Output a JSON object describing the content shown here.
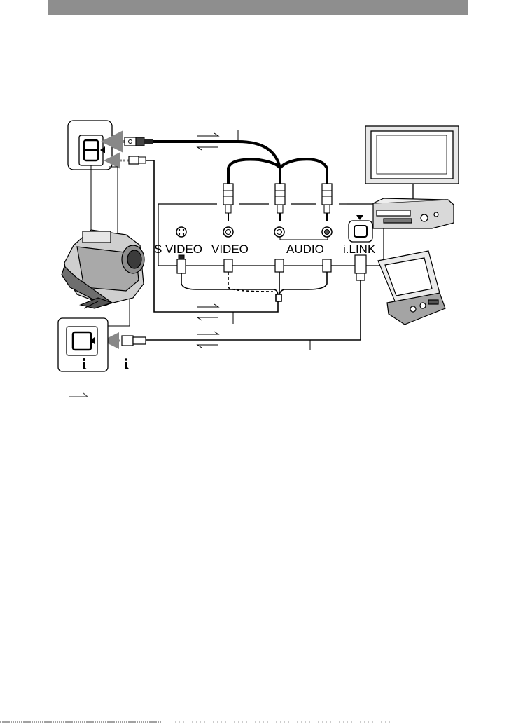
{
  "connection_diagram": {
    "ports": {
      "s_video": "S VIDEO",
      "video": "VIDEO",
      "audio": "AUDIO",
      "ilink": "i.LINK"
    }
  },
  "colors": {
    "header_bar": "#8e8e8e",
    "line": "#000000",
    "signal_arrow": "#999999"
  },
  "icons": [
    "av-connector-jack-icon",
    "dv-ilink-jack-icon",
    "ilink-symbol-icon",
    "signal-flow-arrow-icon",
    "camcorder-icon",
    "tv-icon",
    "vcr-icon",
    "portable-video-recorder-icon"
  ]
}
